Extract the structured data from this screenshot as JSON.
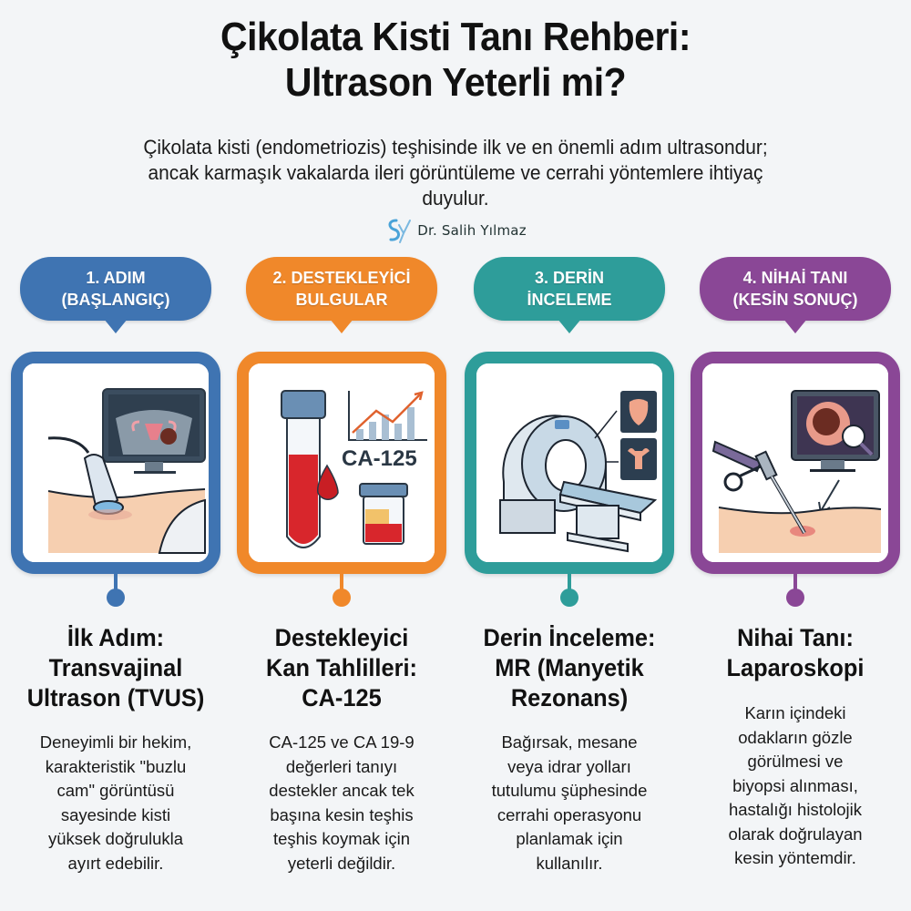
{
  "header": {
    "title_lines": [
      "Çikolata Kisti Tanı Rehberi:",
      "Ultrason Yeterli mi?"
    ],
    "subtitle_lines": [
      "Çikolata kisti (endometriozis) teşhisinde ilk ve en önemli adım ultrasondur;",
      "ancak karmaşık vakalarda ileri görüntüleme ve cerrahi yöntemlere ihtiyaç",
      "duyulur."
    ],
    "brand": {
      "logo_text": "SY",
      "name": "Dr. Salih Yılmaz"
    }
  },
  "colors": {
    "step1": "#3f74b2",
    "step2": "#f0882a",
    "step3": "#2e9d9a",
    "step4": "#8a4796",
    "background": "#f3f5f7",
    "text": "#111111"
  },
  "steps": [
    {
      "badge_lines": [
        "1. ADIM",
        "(BAŞLANGIÇ)"
      ],
      "illustration": "ultrasound-probe-monitor-icon",
      "heading_lines": [
        "İlk Adım:",
        "Transvajinal",
        "Ultrason (TVUS)"
      ],
      "description_lines": [
        "Deneyimli bir hekim,",
        "karakteristik \"buzlu",
        "cam\" görüntüsü",
        "sayesinde kisti",
        "yüksek doğrulukla",
        "ayırt edebilir."
      ]
    },
    {
      "badge_lines": [
        "2. DESTEKLEYİCİ",
        "BULGULAR"
      ],
      "illustration": "blood-test-tube-icon",
      "illustration_label": "CA-125",
      "heading_lines": [
        "Destekleyici",
        "Kan Tahlilleri:",
        "CA-125"
      ],
      "description_lines": [
        "CA-125 ve CA 19-9",
        "değerleri tanıyı",
        "destekler ancak tek",
        "başına kesin teşhis",
        "teşhis koymak için",
        "yeterli değildir."
      ]
    },
    {
      "badge_lines": [
        "3. DERİN",
        "İNCELEME"
      ],
      "illustration": "mri-scanner-icon",
      "heading_lines": [
        "Derin İnceleme:",
        "MR (Manyetik",
        "Rezonans)"
      ],
      "description_lines": [
        "Bağırsak, mesane",
        "veya idrar yolları",
        "tutulumu şüphesinde",
        "cerrahi operasyonu",
        "planlamak için",
        "kullanılır."
      ]
    },
    {
      "badge_lines": [
        "4. NİHAİ TANI",
        "(KESİN SONUÇ)"
      ],
      "illustration": "laparoscope-icon",
      "heading_lines": [
        "Nihai Tanı:",
        "Laparoskopi"
      ],
      "description_lines": [
        "Karın içindeki",
        "odakların gözle",
        "görülmesi ve",
        "biyopsi alınması,",
        "hastalığı histolojik",
        "olarak doğrulayan",
        "kesin yöntemdir."
      ]
    }
  ]
}
